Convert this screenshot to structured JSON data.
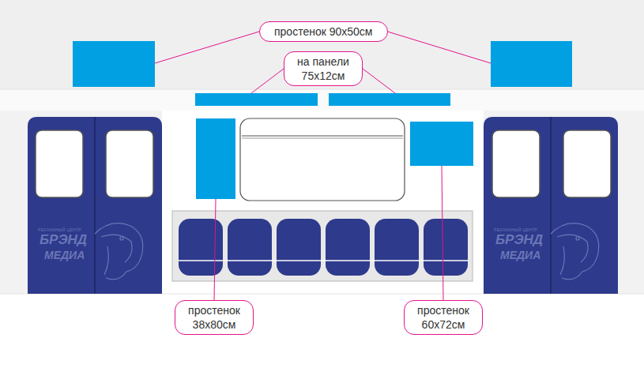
{
  "diagram": {
    "nodes": [
      {
        "text": [
          "простенок 90x50см"
        ]
      },
      {
        "text": [
          "на панели 75x12см"
        ]
      },
      {
        "text": [
          "простенок 38x80см"
        ]
      },
      {
        "text": [
          "простенок 60x72см"
        ]
      }
    ],
    "labels": [
      "РЕКЛАМНЫЙ ЦЕНТР",
      "БРЭНД",
      "МЕДИА",
      "РЕКЛАМНЫЙ ЦЕНТР",
      "БРЭНД",
      "МЕДИА"
    ]
  }
}
